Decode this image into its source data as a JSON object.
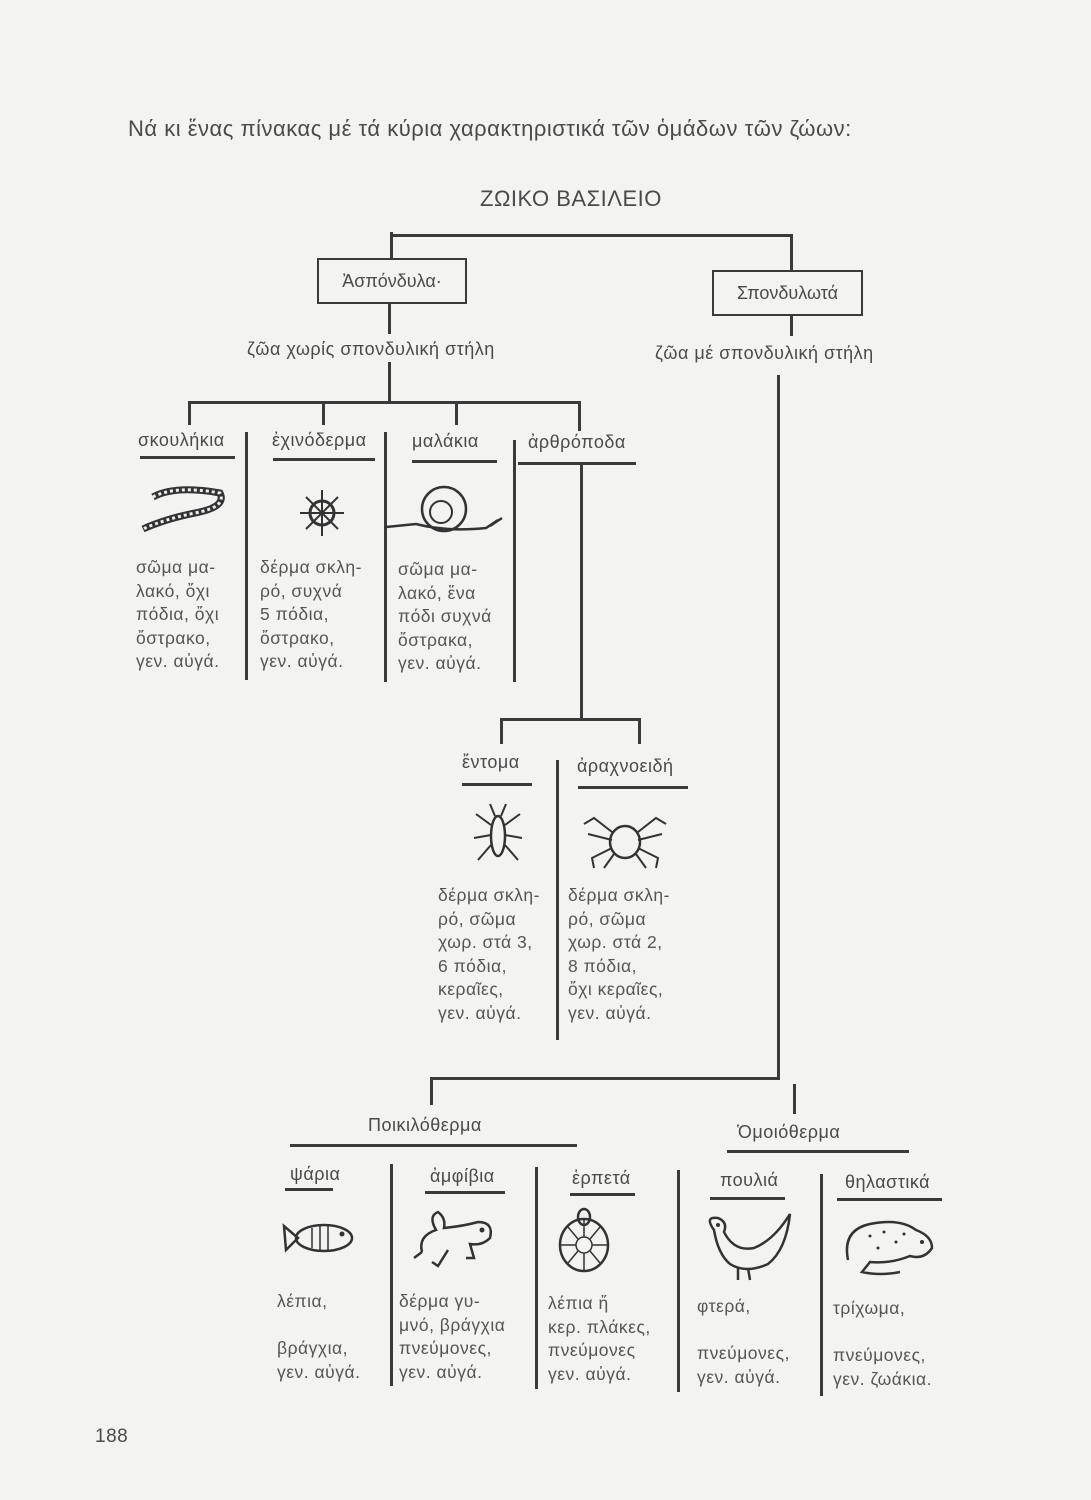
{
  "intro": "Νά κι ἕνας πίνακας μέ τά κύρια χαρακτηριστικά τῶν ὁμάδων τῶν ζώων:",
  "root": "ΖΩΙΚΟ ΒΑΣΙΛΕΙΟ",
  "invertebrates": {
    "label": "Ἀσπόνδυλα·",
    "desc": "ζῶα χωρίς σπονδυλική στήλη",
    "groups": [
      {
        "name": "σκουλήκια",
        "text": "σῶμα μα-\nλακό, ὄχι\nπόδια, ὄχι\nὄστρακο,\nγεν. αὐγά.",
        "icon": "worm-icon"
      },
      {
        "name": "ἐχινόδερμα",
        "text": "δέρμα σκλη-\nρό, συχνά\n5 πόδια,\nὄστρακο,\nγεν. αὐγά.",
        "icon": "sea-urchin-icon"
      },
      {
        "name": "μαλάκια",
        "text": "σῶμα μα-\nλακό, ἕνα\nπόδι συχνά\nὄστρακα,\nγεν. αὐγά.",
        "icon": "snail-icon"
      },
      {
        "name": "ἀρθρόποδα"
      }
    ],
    "arthropods": [
      {
        "name": "ἔντομα",
        "text": "δέρμα σκλη-\nρό, σῶμα\nχωρ. στά 3,\n6 πόδια,\nκεραῖες,\nγεν. αὐγά.",
        "icon": "insect-icon"
      },
      {
        "name": "ἀραχνοειδή",
        "text": "δέρμα σκλη-\nρό, σῶμα\nχωρ. στά 2,\n8 πόδια,\nὄχι κεραῖες,\nγεν. αὐγά.",
        "icon": "spider-icon"
      }
    ]
  },
  "vertebrates": {
    "label": "Σπονδυλωτά",
    "desc": "ζῶα μέ σπονδυλική στήλη",
    "cold": "Ποικιλόθερμα",
    "warm": "Ὁμοιόθερμα",
    "groups": [
      {
        "name": "ψάρια",
        "text": "λέπια,\n\nβράγχια,\nγεν. αὐγά.",
        "icon": "fish-icon"
      },
      {
        "name": "ἀμφίβια",
        "text": "δέρμα γυ-\nμνό, βράγχια\nπνεύμονες,\nγεν. αὐγά.",
        "icon": "frog-icon"
      },
      {
        "name": "ἑρπετά",
        "text": "λέπια ἤ\nκερ. πλάκες,\nπνεύμονες\nγεν. αὐγά.",
        "icon": "turtle-icon"
      },
      {
        "name": "πουλιά",
        "text": "φτερά,\n\nπνεύμονες,\nγεν. αὐγά.",
        "icon": "bird-icon"
      },
      {
        "name": "θηλαστικά",
        "text": "τρίχωμα,\n\nπνεύμονες,\nγεν. ζωάκια.",
        "icon": "mammal-icon"
      }
    ]
  },
  "page_number": "188"
}
